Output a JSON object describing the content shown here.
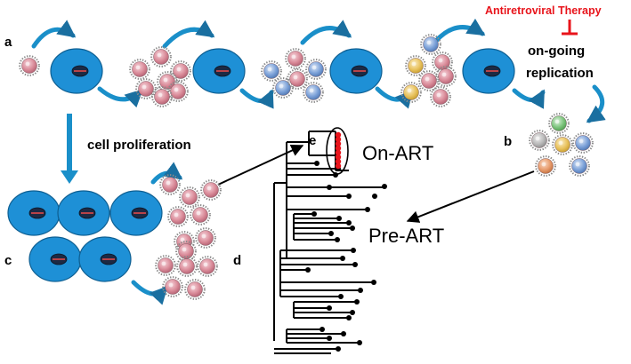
{
  "labels": {
    "panel_a": "a",
    "panel_b": "b",
    "panel_c": "c",
    "panel_d": "d",
    "panel_e": "e",
    "therapy": "Antiretroviral Therapy",
    "ongoing_line1": "on-going",
    "ongoing_line2": "replication",
    "proliferation": "cell proliferation",
    "on_art": "On-ART",
    "pre_art": "Pre-ART"
  },
  "colors": {
    "cell": "#1e90d6",
    "cell_stroke": "#0e5f92",
    "arrow": "#1a8fc9",
    "therapy": "#e8141b",
    "virus_pink": "#d98a98",
    "virus_blue": "#7aa0d8",
    "virus_yellow": "#e8c15c",
    "virus_green": "#7cc47c",
    "virus_gray": "#b8b8b8",
    "virus_orange": "#e79a6a",
    "on_art_dot": "#e8141b",
    "text": "#000000"
  },
  "icons": {
    "cell": "infected-cell-icon",
    "virus": "virion-icon",
    "tree": "phylogenetic-tree-icon"
  }
}
